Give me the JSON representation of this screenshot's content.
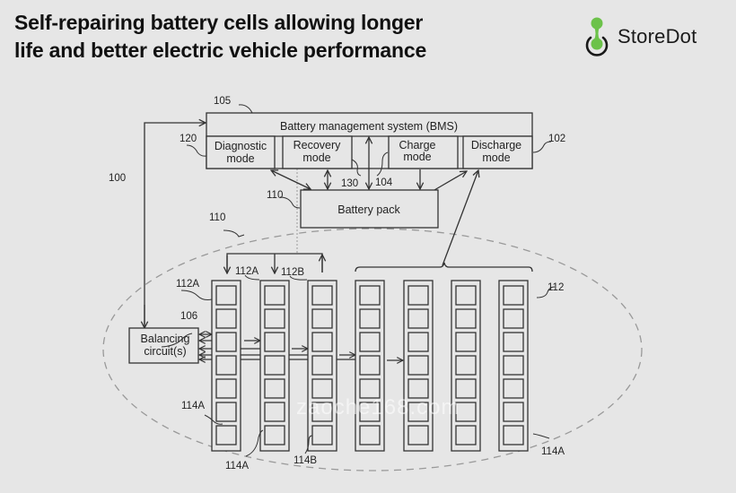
{
  "title": {
    "line1": "Self-repairing battery cells allowing longer",
    "line2": "life and better electric vehicle performance"
  },
  "logo": {
    "text": "StoreDot",
    "icon": "storedot-logo-icon",
    "accent_color": "#6cc24a"
  },
  "diagram": {
    "bms": {
      "label": "Battery management system (BMS)",
      "ref": "105"
    },
    "modes": [
      {
        "line1": "Diagnostic",
        "line2": "mode",
        "ref": "120"
      },
      {
        "line1": "Recovery",
        "line2": "mode",
        "ref": "130"
      },
      {
        "line1": "Charge",
        "line2": "mode",
        "ref": "104"
      },
      {
        "line1": "Discharge",
        "line2": "mode",
        "ref": "102"
      }
    ],
    "battery_pack": {
      "label": "Battery pack",
      "ref": "110"
    },
    "balancing": {
      "line1": "Balancing",
      "line2": "circuit(s)",
      "ref": "106"
    },
    "refs": {
      "system": "100",
      "pack_boundary": "110",
      "module_a1": "112A",
      "module_a2": "112A",
      "module_b": "112B",
      "module_group": "112",
      "cell_a_left": "114A",
      "cell_a_mid": "114A",
      "cell_b": "114B",
      "cell_a_right": "114A"
    },
    "module_count": 7,
    "cells_per_module": 7
  },
  "watermark": "zaoche168.com"
}
